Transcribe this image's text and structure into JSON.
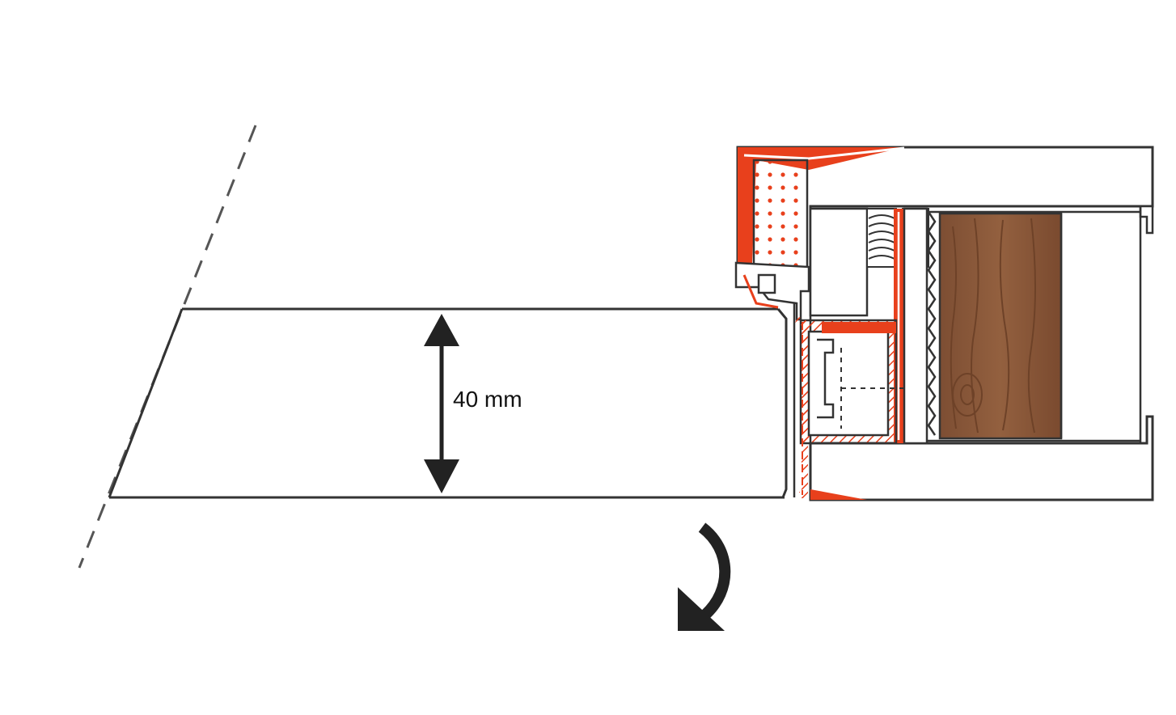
{
  "dimension": {
    "label": "40 mm",
    "value": 40,
    "unit": "mm"
  },
  "colors": {
    "outline": "#333333",
    "seal_red": "#e8401c",
    "insulation_dots": "#e8401c",
    "wood": "#8b5a3c",
    "wood_grain": "#6e4228",
    "arrow": "#222222",
    "guide_dash": "#555555",
    "background": "#ffffff"
  },
  "icons": {
    "dimension_arrow": "double-headed-arrow-icon",
    "rotation_arrow": "curved-arrow-clockwise-icon"
  }
}
